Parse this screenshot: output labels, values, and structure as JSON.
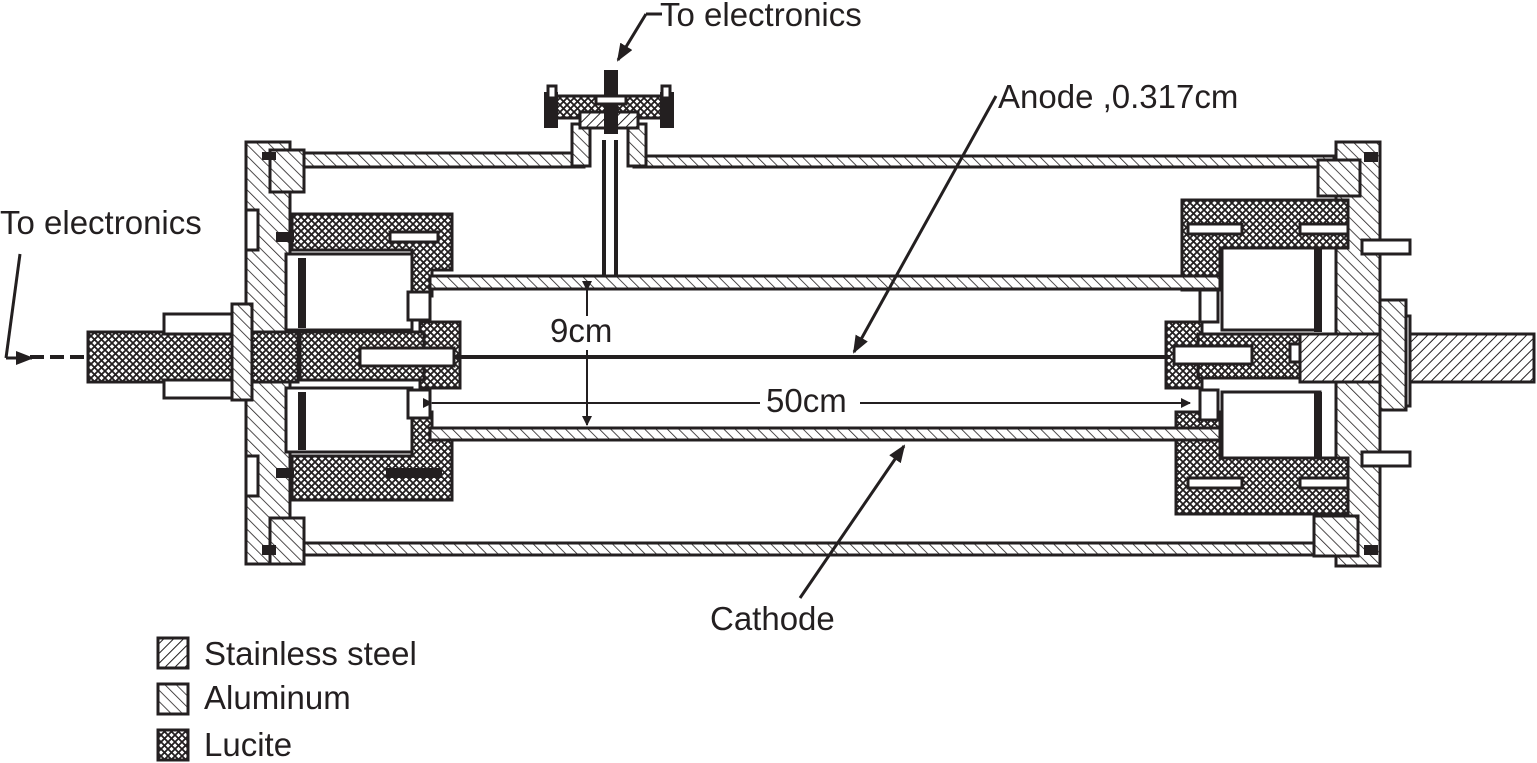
{
  "labels": {
    "top_electronics": "To electronics",
    "left_electronics": "To electronics",
    "anode": "Anode ,0.317cm",
    "cathode": "Cathode",
    "radius": "9cm",
    "length": "50cm"
  },
  "legend": [
    {
      "label": "Stainless steel",
      "material": "stainless-steel"
    },
    {
      "label": "Aluminum",
      "material": "aluminum"
    },
    {
      "label": "Lucite",
      "material": "lucite"
    }
  ],
  "colors": {
    "ink": "#231f20",
    "background": "#ffffff"
  }
}
